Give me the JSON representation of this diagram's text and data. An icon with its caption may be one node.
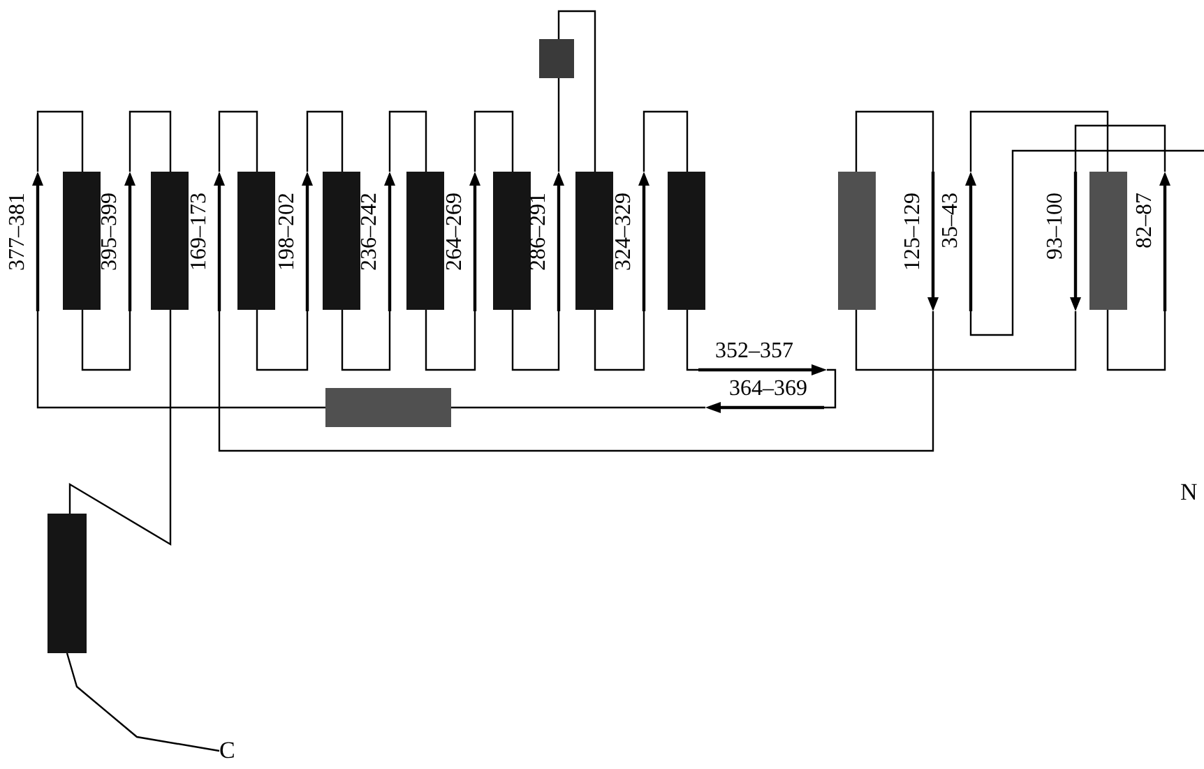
{
  "diagram": {
    "nodes": [
      {
        "text": [],
        "shape": "arrow",
        "beside": [
          "35–43"
        ]
      },
      {
        "text": [],
        "shape": "bar"
      },
      {
        "text": [],
        "shape": "arrow",
        "beside": [
          "82–87"
        ]
      },
      {
        "text": [],
        "shape": "arrow",
        "beside": [
          "93–100"
        ]
      },
      {
        "text": [],
        "shape": "bar"
      },
      {
        "text": [],
        "shape": "arrow",
        "beside": [
          "125–129"
        ]
      },
      {
        "text": [],
        "shape": "arrow",
        "beside": [
          "169–173"
        ]
      },
      {
        "text": [],
        "shape": "bar"
      },
      {
        "text": [],
        "shape": "arrow",
        "beside": [
          "198–202"
        ]
      },
      {
        "text": [],
        "shape": "bar"
      },
      {
        "text": [],
        "shape": "arrow",
        "beside": [
          "236–242"
        ]
      },
      {
        "text": [],
        "shape": "bar"
      },
      {
        "text": [],
        "shape": "arrow",
        "beside": [
          "264–269"
        ]
      },
      {
        "text": [],
        "shape": "bar"
      },
      {
        "text": [],
        "shape": "arrow",
        "beside": [
          "286–291"
        ]
      },
      {
        "text": [],
        "shape": "bar"
      },
      {
        "text": [],
        "shape": "bar"
      },
      {
        "text": [],
        "shape": "arrow",
        "beside": [
          "324–329"
        ]
      },
      {
        "text": [],
        "shape": "bar"
      },
      {
        "text": [],
        "shape": "arrow",
        "beside": [
          "352–357"
        ]
      },
      {
        "text": [],
        "shape": "arrow",
        "beside": [
          "364–369"
        ]
      },
      {
        "text": [],
        "shape": "bar"
      },
      {
        "text": [],
        "shape": "arrow",
        "beside": [
          "377–381"
        ]
      },
      {
        "text": [],
        "shape": "bar"
      },
      {
        "text": [],
        "shape": "arrow",
        "beside": [
          "395–399"
        ]
      },
      {
        "text": [],
        "shape": "bar"
      },
      {
        "text": [],
        "shape": "bar"
      },
      {
        "text": [
          "C"
        ]
      }
    ],
    "edges": [
      {
        "from": null,
        "to": 0,
        "arrow": "none"
      },
      {
        "from": 0,
        "to": 1,
        "arrow": "none"
      },
      {
        "from": 1,
        "to": 2,
        "arrow": "none"
      },
      {
        "from": 2,
        "to": 3,
        "arrow": "none"
      },
      {
        "from": 3,
        "to": 4,
        "arrow": "none"
      },
      {
        "from": 4,
        "to": 5,
        "arrow": "none"
      },
      {
        "from": 5,
        "to": 6,
        "arrow": "none"
      },
      {
        "from": 6,
        "to": 7,
        "arrow": "none"
      },
      {
        "from": 7,
        "to": 8,
        "arrow": "none"
      },
      {
        "from": 8,
        "to": 9,
        "arrow": "none"
      },
      {
        "from": 9,
        "to": 10,
        "arrow": "none"
      },
      {
        "from": 10,
        "to": 11,
        "arrow": "none"
      },
      {
        "from": 11,
        "to": 12,
        "arrow": "none"
      },
      {
        "from": 12,
        "to": 13,
        "arrow": "none"
      },
      {
        "from": 13,
        "to": 14,
        "arrow": "none"
      },
      {
        "from": 14,
        "to": 15,
        "arrow": "none"
      },
      {
        "from": 15,
        "to": 16,
        "arrow": "none"
      },
      {
        "from": 16,
        "to": 17,
        "arrow": "none"
      },
      {
        "from": 17,
        "to": 18,
        "arrow": "none"
      },
      {
        "from": 18,
        "to": 19,
        "arrow": "none"
      },
      {
        "from": 19,
        "to": 20,
        "arrow": "none"
      },
      {
        "from": 20,
        "to": 21,
        "arrow": "none"
      },
      {
        "from": 21,
        "to": 22,
        "arrow": "none"
      },
      {
        "from": 22,
        "to": 23,
        "arrow": "none"
      },
      {
        "from": 23,
        "to": 24,
        "arrow": "none"
      },
      {
        "from": 24,
        "to": 25,
        "arrow": "none"
      },
      {
        "from": 25,
        "to": 26,
        "arrow": "none"
      },
      {
        "from": 26,
        "to": 27,
        "arrow": "none"
      }
    ],
    "labels": [
      "N"
    ]
  }
}
